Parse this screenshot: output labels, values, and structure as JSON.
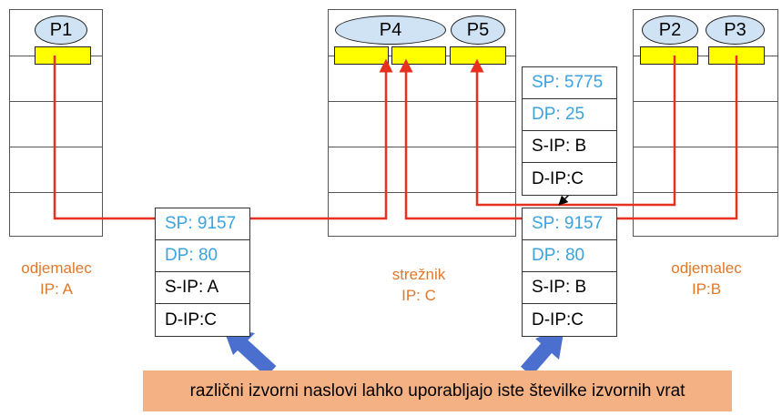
{
  "hosts": {
    "client_a": {
      "label_role": "odjemalec",
      "label_ip": "IP: A",
      "process": "P1"
    },
    "server": {
      "label_role": "strežnik",
      "label_ip": "IP: C",
      "processes": [
        "P4",
        "P5"
      ]
    },
    "client_b": {
      "label_role": "odjemalec",
      "label_ip": "IP:B",
      "processes": [
        "P2",
        "P3"
      ]
    }
  },
  "segments": {
    "a_to_c": {
      "sp": "SP: 9157",
      "dp": "DP: 80",
      "sip": "S-IP: A",
      "dip": "D-IP:C"
    },
    "b_to_c_upper": {
      "sp": "SP: 5775",
      "dp": "DP: 25",
      "sip": "S-IP: B",
      "dip": "D-IP:C"
    },
    "b_to_c_lower": {
      "sp": "SP: 9157",
      "dp": "DP: 80",
      "sip": "S-IP: B",
      "dip": "D-IP:C"
    }
  },
  "banner": {
    "text": "različni izvorni naslovi lahko uporabljajo iste številke izvornih vrat"
  },
  "colors": {
    "connection_line": "#e8301f",
    "arrow_blue": "#4a6fcf",
    "port_text": "#3aa3e0",
    "host_label": "#e0782a",
    "socket": "#ffff00",
    "process": "#cfe3f5",
    "banner_bg": "#f4b183"
  }
}
